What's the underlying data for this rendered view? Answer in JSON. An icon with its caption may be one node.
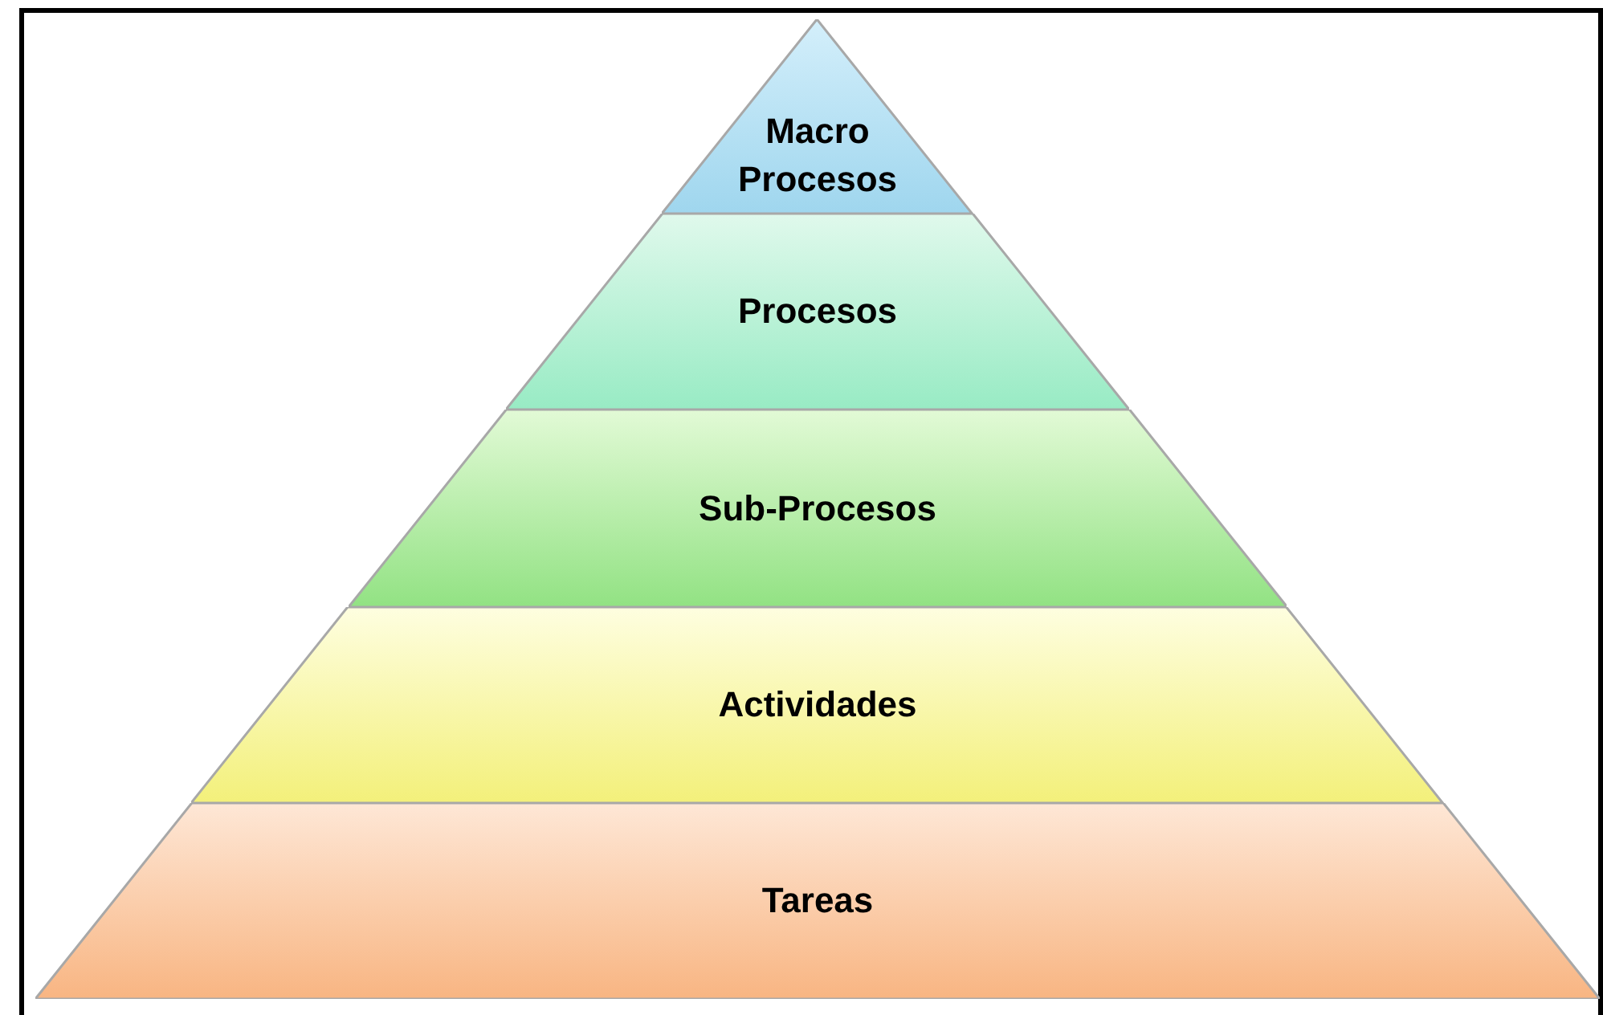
{
  "diagram": {
    "nodes": [
      {
        "text": [
          "Macro Procesos"
        ]
      },
      {
        "text": [
          "Procesos"
        ]
      },
      {
        "text": [
          "Sub-Procesos"
        ]
      },
      {
        "text": [
          "Actividades"
        ]
      },
      {
        "text": [
          "Tareas"
        ]
      }
    ]
  }
}
